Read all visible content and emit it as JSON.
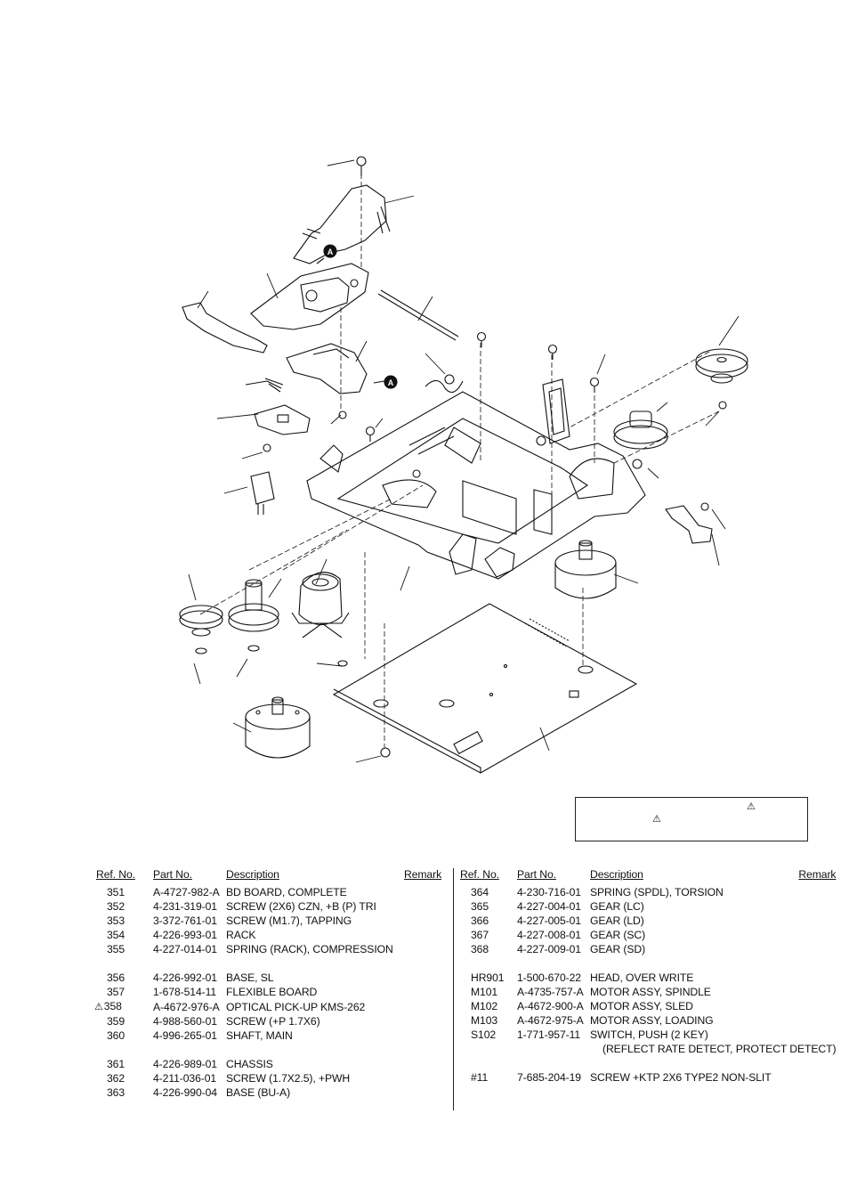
{
  "diagram": {
    "marker_label": "A"
  },
  "parts_list": {
    "headers": {
      "ref": "Ref. No.",
      "part": "Part No.",
      "desc": "Description",
      "remark": "Remark"
    },
    "left": [
      {
        "ref": "351",
        "part": "A-4727-982-A",
        "desc": "BD BOARD, COMPLETE"
      },
      {
        "ref": "352",
        "part": "4-231-319-01",
        "desc": "SCREW (2X6) CZN, +B (P) TRI"
      },
      {
        "ref": "353",
        "part": "3-372-761-01",
        "desc": "SCREW (M1.7), TAPPING"
      },
      {
        "ref": "354",
        "part": "4-226-993-01",
        "desc": "RACK"
      },
      {
        "ref": "355",
        "part": "4-227-014-01",
        "desc": "SPRING (RACK), COMPRESSION"
      },
      {
        "ref": "356",
        "part": "4-226-992-01",
        "desc": "BASE, SL"
      },
      {
        "ref": "357",
        "part": "1-678-514-11",
        "desc": "FLEXIBLE BOARD"
      },
      {
        "ref": "358",
        "part": "A-4672-976-A",
        "desc": "OPTICAL PICK-UP KMS-262",
        "warn": "⚠"
      },
      {
        "ref": "359",
        "part": "4-988-560-01",
        "desc": "SCREW (+P 1.7X6)"
      },
      {
        "ref": "360",
        "part": "4-996-265-01",
        "desc": "SHAFT, MAIN"
      },
      {
        "ref": "361",
        "part": "4-226-989-01",
        "desc": "CHASSIS"
      },
      {
        "ref": "362",
        "part": "4-211-036-01",
        "desc": "SCREW (1.7X2.5), +PWH"
      },
      {
        "ref": "363",
        "part": "4-226-990-04",
        "desc": "BASE (BU-A)"
      }
    ],
    "right": [
      {
        "ref": "364",
        "part": "4-230-716-01",
        "desc": "SPRING (SPDL), TORSION"
      },
      {
        "ref": "365",
        "part": "4-227-004-01",
        "desc": "GEAR (LC)"
      },
      {
        "ref": "366",
        "part": "4-227-005-01",
        "desc": "GEAR (LD)"
      },
      {
        "ref": "367",
        "part": "4-227-008-01",
        "desc": "GEAR (SC)"
      },
      {
        "ref": "368",
        "part": "4-227-009-01",
        "desc": "GEAR (SD)"
      },
      {
        "ref": "HR901",
        "part": "1-500-670-22",
        "desc": "HEAD, OVER WRITE"
      },
      {
        "ref": "M101",
        "part": "A-4735-757-A",
        "desc": "MOTOR ASSY, SPINDLE"
      },
      {
        "ref": "M102",
        "part": "A-4672-900-A",
        "desc": "MOTOR ASSY, SLED"
      },
      {
        "ref": "M103",
        "part": "A-4672-975-A",
        "desc": "MOTOR ASSY, LOADING"
      },
      {
        "ref": "S102",
        "part": "1-771-957-11",
        "desc": "SWITCH, PUSH (2 KEY)"
      },
      {
        "ref": "",
        "part": "",
        "desc": "(REFLECT RATE DETECT, PROTECT DETECT)"
      },
      {
        "ref": "#11",
        "part": "7-685-204-19",
        "desc": "SCREW +KTP 2X6 TYPE2 NON-SLIT"
      }
    ]
  },
  "note_box": {
    "warn_symbol": "⚠"
  }
}
